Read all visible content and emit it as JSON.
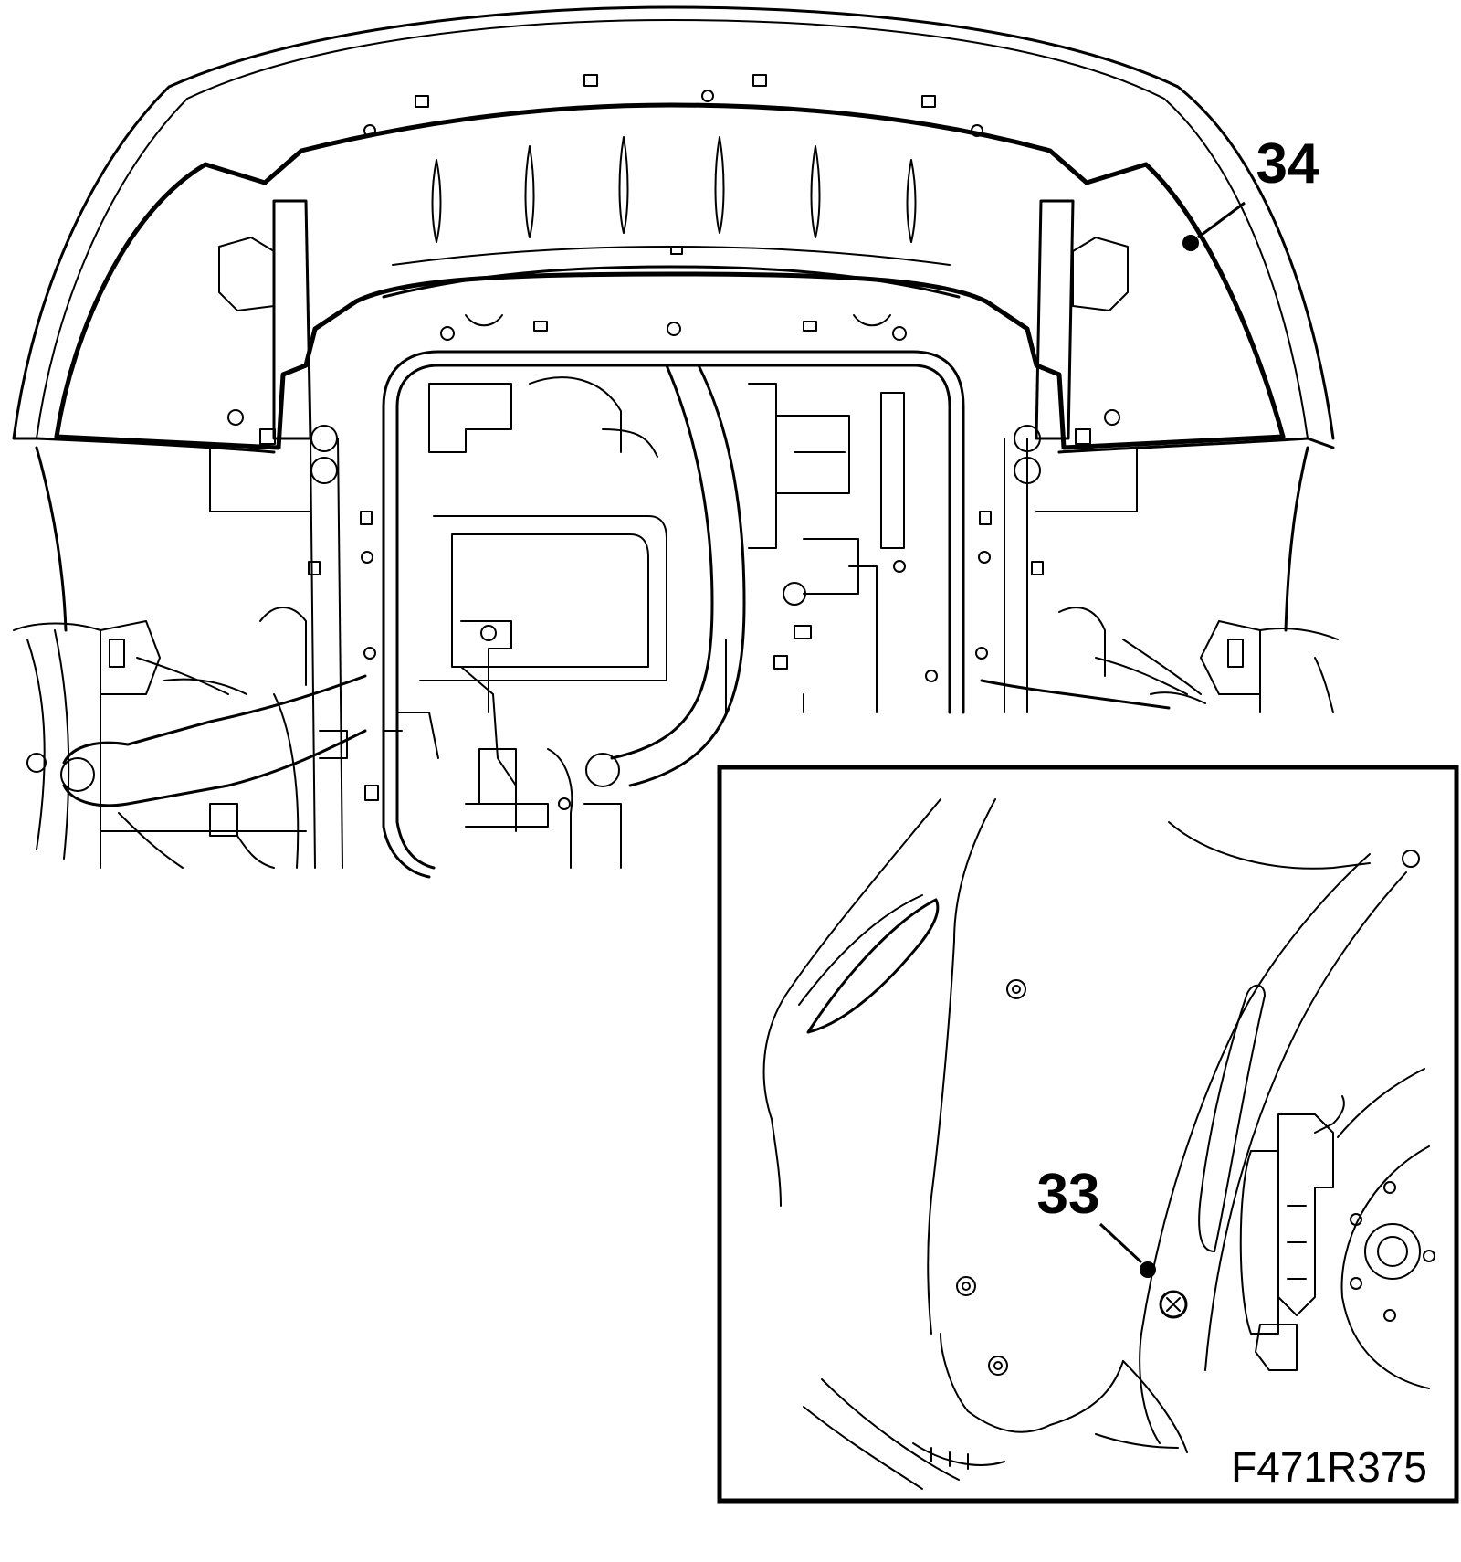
{
  "callouts": {
    "upper": "34",
    "inset": "33"
  },
  "figure_code": "F471R375",
  "colors": {
    "ink": "#000000",
    "paper": "#ffffff"
  }
}
